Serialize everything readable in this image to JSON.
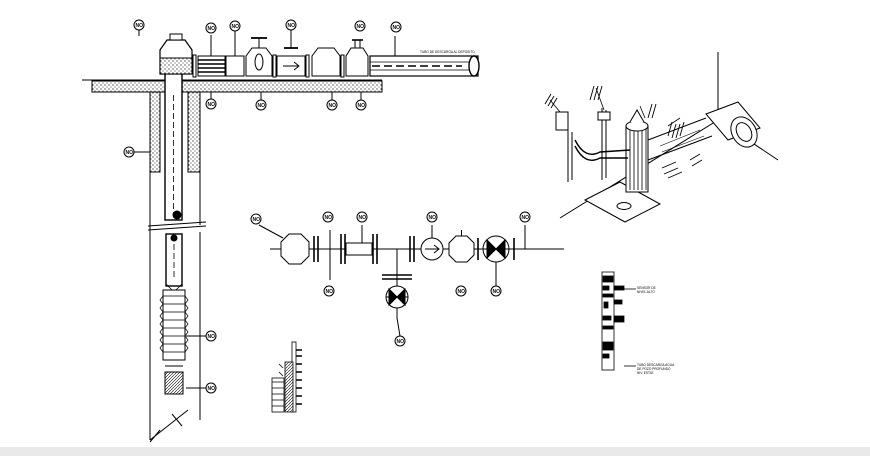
{
  "tag_label": "NO.",
  "pipe_caption": "TUBO DE DESCARGA AL DEPOSITO",
  "legend": {
    "line1": "SENSOR DE",
    "line2": "NIVEL ALTO",
    "line3": "TUBO DESCARGA AGUA",
    "line4": "DE POZO PROFUNDO",
    "line5": "NIV. ESTAT."
  },
  "colors": {
    "ink": "#000000",
    "background": "#ffffff",
    "strip": "#e9e9e9"
  }
}
